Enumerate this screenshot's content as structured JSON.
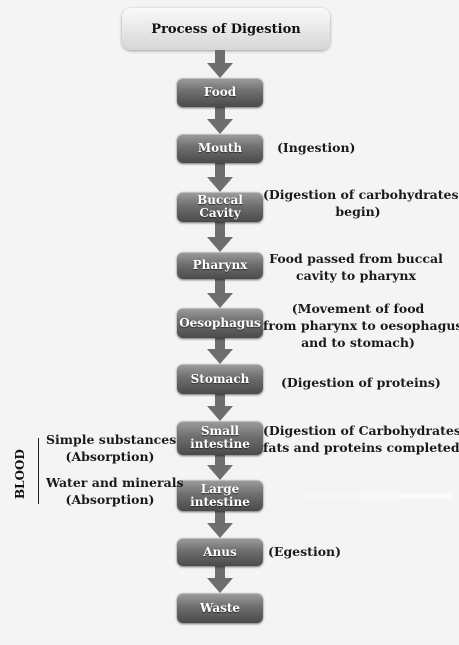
{
  "title": "Process of Digestion",
  "steps": [
    "Food",
    "Mouth",
    "Buccal Cavity",
    "Pharynx",
    "Oesophagus",
    "Stomach",
    "Small intestine",
    "Large intestine",
    "Anus",
    "Waste"
  ],
  "notes": {
    "mouth": "(Ingestion)",
    "buccal_1": "(Digestion of  carbohydrates",
    "buccal_2": "begin)",
    "pharynx_1": "Food passed from buccal",
    "pharynx_2": "cavity to pharynx",
    "oesophagus_1": "(Movement of food",
    "oesophagus_2": "from pharynx to oesophagus",
    "oesophagus_3": "and to stomach)",
    "stomach": "(Digestion of  proteins)",
    "small_1": "(Digestion of  Carbohydrates,",
    "small_2": "fats and proteins completed)",
    "anus": "(Egestion)"
  },
  "absorption": {
    "simple_1": "Simple substances",
    "simple_2": "(Absorption)",
    "water_1": "Water and minerals",
    "water_2": "(Absorption)",
    "blood_label": "BLOOD"
  },
  "colors": {
    "box_top": "#9e9e9e",
    "box_bottom": "#4a4a4a",
    "arrow": "#6e6e6e"
  }
}
